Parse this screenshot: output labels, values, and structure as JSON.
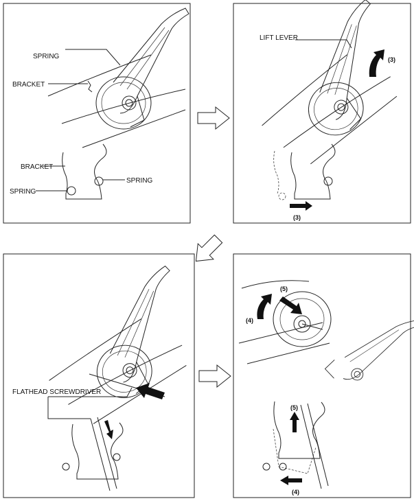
{
  "panels": {
    "p1": {
      "spring_top": "SPRING",
      "bracket_top": "BRACKET",
      "bracket_bottom": "BRACKET",
      "spring_left": "SPRING",
      "spring_right": "SPRING"
    },
    "p2": {
      "lift_lever": "LIFT LEVER",
      "step_a": "(3)",
      "step_b": "(3)"
    },
    "p3": {
      "screwdriver": "FLATHEAD SCREWDRIVER"
    },
    "p4": {
      "step_5a": "(5)",
      "step_4a": "(4)",
      "step_5b": "(5)",
      "step_4b": "(4)"
    }
  }
}
